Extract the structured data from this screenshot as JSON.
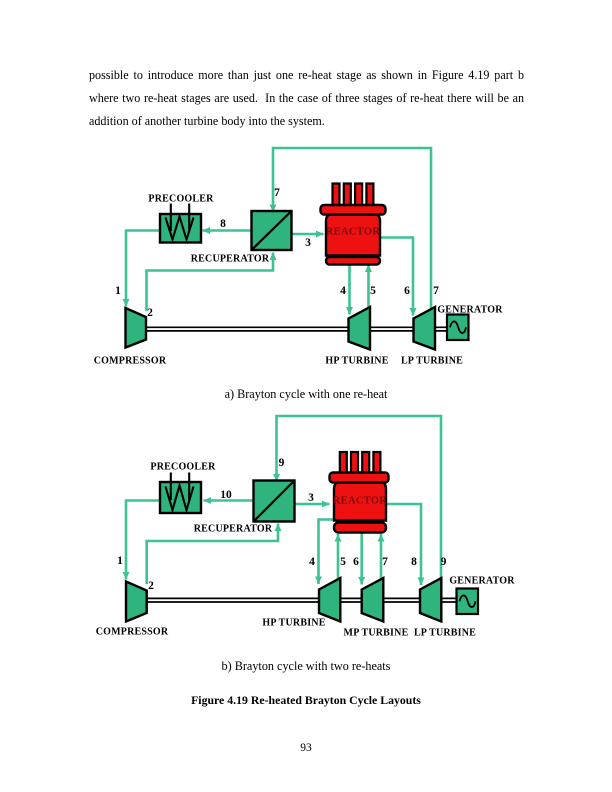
{
  "page": {
    "paragraph_lines": [
      "possible to introduce more than just one re-heat stage as shown in Figure 4.19 part b",
      "where two re-heat stages are used.  In the case of three stages of re-heat there will be an",
      "addition of another turbine body into the system."
    ],
    "caption_a": "a) Brayton cycle with one re-heat",
    "caption_b": "b) Brayton cycle with two re-heats",
    "figure_caption": "Figure 4.19 Re-heated Brayton Cycle Layouts",
    "page_number": "93"
  },
  "colors": {
    "component_green": "#2eb47c",
    "pipe_green": "#3cc390",
    "reactor_red": "#ee1111",
    "reactor_label_maroon": "#7a0909",
    "outline_black": "#000000"
  },
  "diagram_a": {
    "components": {
      "precooler": "PRECOOLER",
      "recuperator": "RECUPERATOR",
      "reactor": "REACTOR",
      "compressor": "COMPRESSOR",
      "hp_turbine": "HP TURBINE",
      "lp_turbine": "LP TURBINE",
      "generator": "GENERATOR"
    },
    "states": {
      "s1": "1",
      "s2": "2",
      "s3": "3",
      "s4": "4",
      "s5": "5",
      "s6": "6",
      "s7": "7",
      "s8": "8"
    }
  },
  "diagram_b": {
    "components": {
      "precooler": "PRECOOLER",
      "recuperator": "RECUPERATOR",
      "reactor": "REACTOR",
      "compressor": "COMPRESSOR",
      "hp_turbine": "HP TURBINE",
      "mp_turbine": "MP TURBINE",
      "lp_turbine": "LP TURBINE",
      "generator": "GENERATOR"
    },
    "states": {
      "s1": "1",
      "s2": "2",
      "s3": "3",
      "s4": "4",
      "s5": "5",
      "s6": "6",
      "s7": "7",
      "s8": "8",
      "s9": "9",
      "s10": "10"
    }
  }
}
